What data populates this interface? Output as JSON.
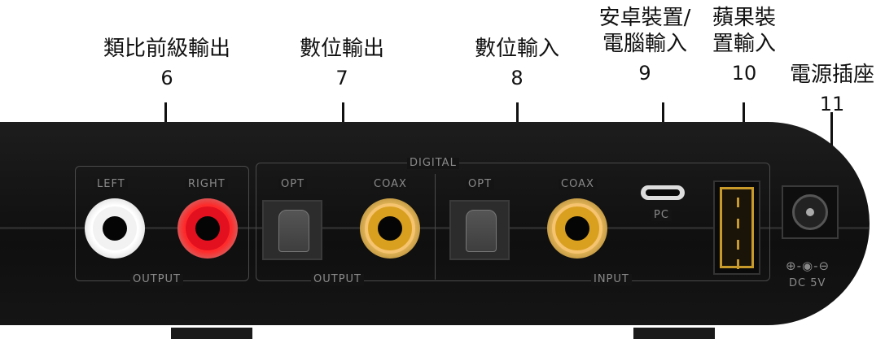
{
  "callouts": [
    {
      "title": "類比前級輸出",
      "num": "6"
    },
    {
      "title": "數位輸出",
      "num": "7"
    },
    {
      "title": "數位輸入",
      "num": "8"
    },
    {
      "title_line1": "安卓裝置/",
      "title_line2": "電腦輸入",
      "num": "9"
    },
    {
      "title_line1": "蘋果裝",
      "title_line2": "置輸入",
      "num": "10"
    },
    {
      "title": "電源插座",
      "num": "11"
    }
  ],
  "panel": {
    "digital": "DIGITAL",
    "left": "LEFT",
    "right": "RIGHT",
    "opt_out": "OPT",
    "coax_out": "COAX",
    "opt_in": "OPT",
    "coax_in": "COAX",
    "output_analog": "OUTPUT",
    "output_digital": "OUTPUT",
    "input": "INPUT",
    "pc": "PC",
    "polarity": "⊕-◉-⊖",
    "dc": "DC  5V"
  },
  "colors": {
    "left_jack": "#f2f2f2",
    "right_jack": "#e3101f",
    "coax_jack": "#d9a020",
    "usb_gold": "#c89a2a"
  },
  "icons": [
    "rca-left-jack",
    "rca-right-jack",
    "optical-out-jack",
    "coax-out-jack",
    "optical-in-jack",
    "coax-in-jack",
    "usb-c-port",
    "usb-a-port",
    "dc-power-jack"
  ]
}
